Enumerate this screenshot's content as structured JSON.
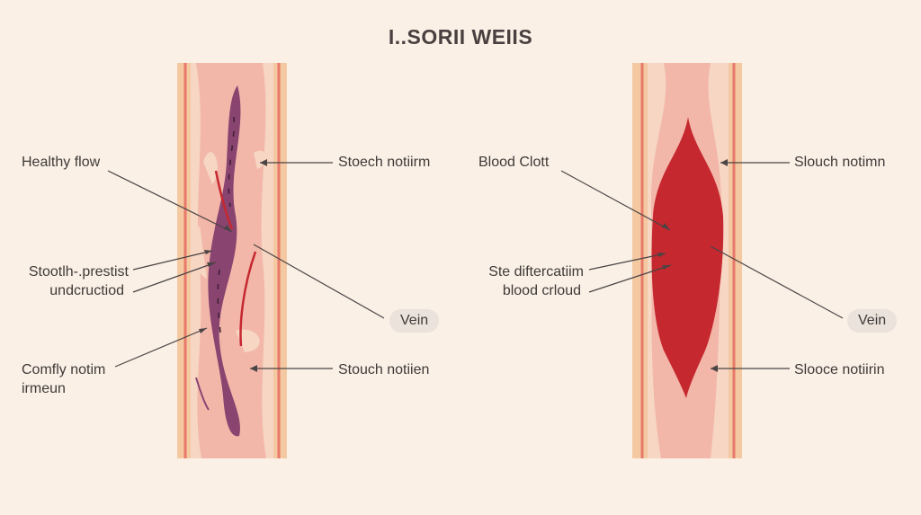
{
  "title": "I..SORII WEIIS",
  "colors": {
    "background": "#faf0e6",
    "vessel_wall": "#f4c9a2",
    "wall_line": "#e8796a",
    "tissue": "#f2b7a9",
    "healthy_flow": "#8a4470",
    "clot": "#c6282f"
  },
  "left": {
    "healthy_flow": "Healthy flow",
    "smooth_line1": "Stootlh-.prestist",
    "smooth_line2": "undcructiod",
    "comfy_line1": "Comfly notim",
    "comfy_line2": "irmeun",
    "right_top": "Stoech notiirm",
    "vein": "Vein",
    "right_bottom": "Stouch notiien"
  },
  "right": {
    "blood_clot": "Blood Clott",
    "diff_line1": "Ste diftercatiim",
    "diff_line2": "blood crloud",
    "right_top": "Slouch notimn",
    "vein": "Vein",
    "right_bottom": "Slooce notiirin"
  }
}
